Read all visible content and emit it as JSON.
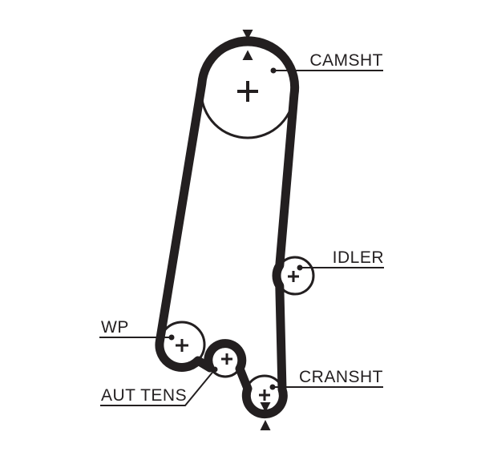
{
  "diagram": {
    "kind": "timing-belt-routing-diagram",
    "background_color": "#FFFFFF",
    "line_color": "#231F20",
    "labels": {
      "camshaft": "CAMSHT",
      "idler": "IDLER",
      "water_pump": "WP",
      "tensioner": "AUT TENS",
      "crankshaft": "CRANSHT"
    },
    "center_marker": "plus-cross",
    "timing_marks": [
      {
        "at": "camshaft-top",
        "icon": "opposed-triangle-arrows-vertical"
      },
      {
        "at": "crankshaft-bottom",
        "icon": "opposed-triangle-arrows-vertical"
      }
    ]
  }
}
